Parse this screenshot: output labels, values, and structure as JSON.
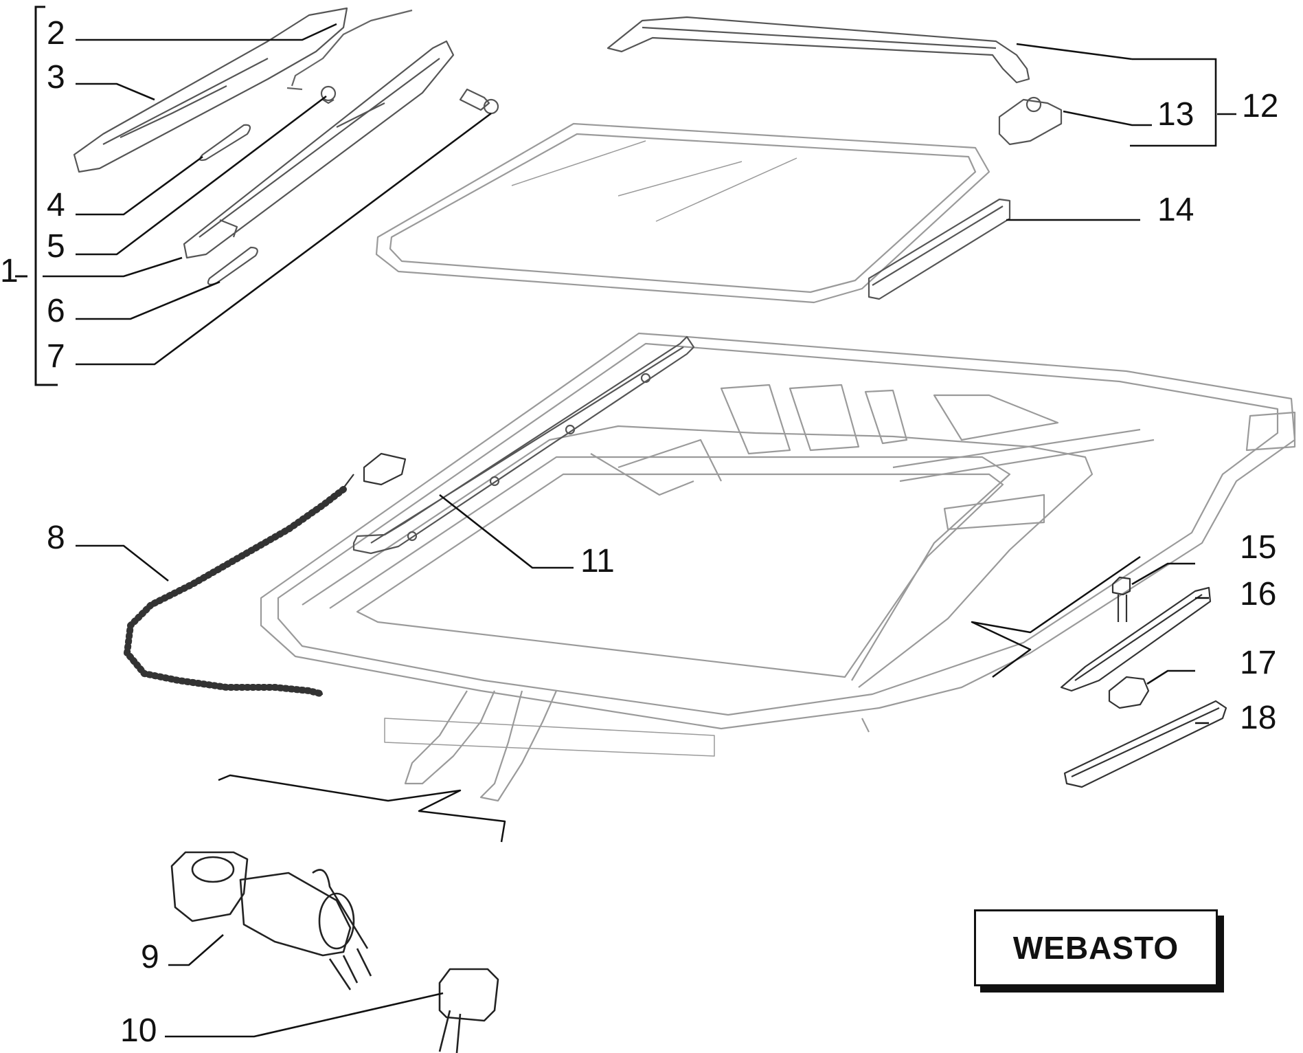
{
  "figure": {
    "brand": "WEBASTO",
    "callouts": {
      "c1": "1",
      "c2": "2",
      "c3": "3",
      "c4": "4",
      "c5": "5",
      "c6": "6",
      "c7": "7",
      "c8": "8",
      "c9": "9",
      "c10": "10",
      "c11": "11",
      "c12": "12",
      "c13": "13",
      "c14": "14",
      "c15": "15",
      "c16": "16",
      "c17": "17",
      "c18": "18"
    }
  }
}
